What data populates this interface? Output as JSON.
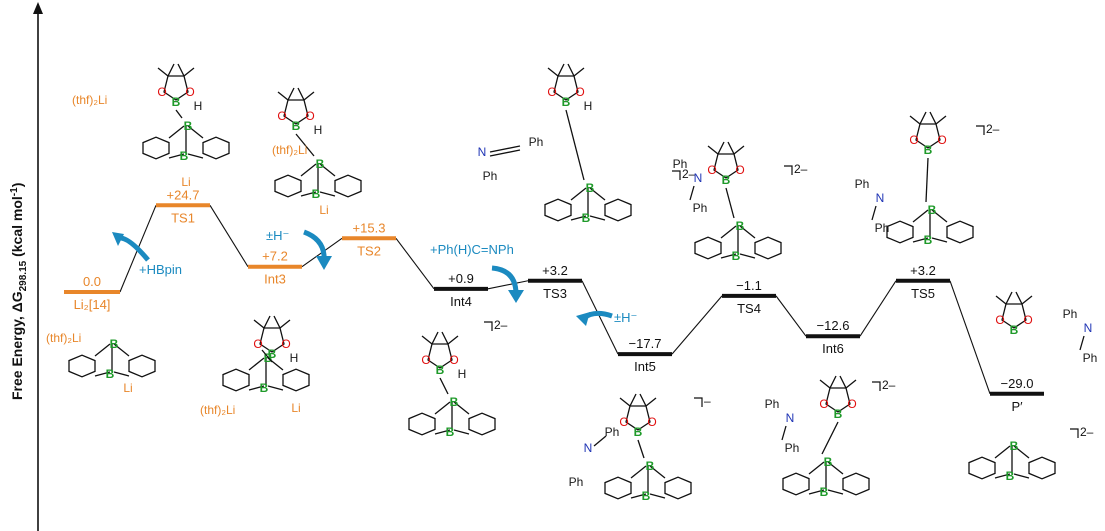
{
  "axis": {
    "label_main": "Free Energy, ΔG",
    "label_sub": "298.15",
    "label_unit": " (kcal mol",
    "label_sup": "-1",
    "label_end": ")"
  },
  "colors": {
    "orange": "#e8862a",
    "black": "#111111",
    "blue_reagent": "#1b8ac0",
    "green_boron": "#1f9a2a",
    "red_oxygen": "#e01010",
    "blue_nitrogen": "#2035b5"
  },
  "levels": [
    {
      "name": "Li₂[14]",
      "value": "0.0",
      "energy": 0.0,
      "color": "orange"
    },
    {
      "name": "TS1",
      "value": "+24.7",
      "energy": 24.7,
      "color": "orange"
    },
    {
      "name": "Int3",
      "value": "+7.2",
      "energy": 7.2,
      "color": "orange"
    },
    {
      "name": "TS2",
      "value": "+15.3",
      "energy": 15.3,
      "color": "orange"
    },
    {
      "name": "Int4",
      "value": "+0.9",
      "energy": 0.9,
      "color": "black"
    },
    {
      "name": "TS3",
      "value": "+3.2",
      "energy": 3.2,
      "color": "black"
    },
    {
      "name": "Int5",
      "value": "−17.7",
      "energy": -17.7,
      "color": "black"
    },
    {
      "name": "TS4",
      "value": "−1.1",
      "energy": -1.1,
      "color": "black"
    },
    {
      "name": "Int6",
      "value": "−12.6",
      "energy": -12.6,
      "color": "black"
    },
    {
      "name": "TS5",
      "value": "+3.2",
      "energy": 3.2,
      "color": "black"
    },
    {
      "name": "P′",
      "value": "−29.0",
      "energy": -29.0,
      "color": "black"
    }
  ],
  "reagents": {
    "hbpin": "+HBpin",
    "hydride1": "±H⁻",
    "imine": "+Ph(H)C=NPh",
    "hydride2": "±H⁻"
  },
  "labels": {
    "thf2li": "(thf)₂Li",
    "li": "Li",
    "b": "B",
    "h": "H",
    "o": "O",
    "n": "N",
    "ph": "Ph",
    "ph_trunc": "Ph"
  },
  "charges": {
    "dianion": "2–",
    "monoanion": "–"
  },
  "icons": {
    "reagent_arrow": "curved-arrow-icon",
    "axis_arrow": "arrow-up-icon"
  }
}
